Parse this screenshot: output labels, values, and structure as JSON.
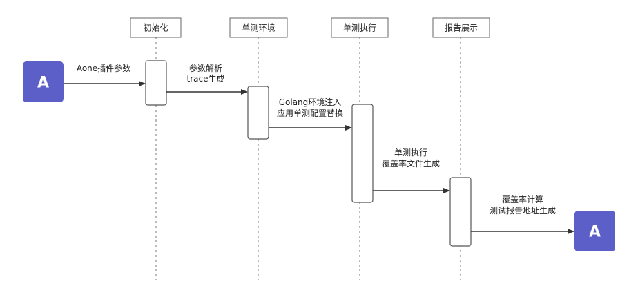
{
  "participants": [
    {
      "id": "init",
      "label": "初始化"
    },
    {
      "id": "env",
      "label": "单测环境"
    },
    {
      "id": "exec",
      "label": "单测执行"
    },
    {
      "id": "report",
      "label": "报告展示"
    }
  ],
  "actors": [
    {
      "id": "actor-start",
      "letter": "A",
      "color": "#5b5fc7"
    },
    {
      "id": "actor-end",
      "letter": "A",
      "color": "#5b5fc7"
    }
  ],
  "messages": [
    {
      "id": "msg-1",
      "lines": [
        "Aone插件参数"
      ]
    },
    {
      "id": "msg-2",
      "lines": [
        "参数解析",
        "trace生成"
      ]
    },
    {
      "id": "msg-3",
      "lines": [
        "Golang环境注入",
        "应用单测配置替换"
      ]
    },
    {
      "id": "msg-4",
      "lines": [
        "单测执行",
        "覆盖率文件生成"
      ]
    },
    {
      "id": "msg-5",
      "lines": [
        "覆盖率计算",
        "测试报告地址生成"
      ]
    }
  ],
  "colors": {
    "actor": "#5b5fc7",
    "line": "#333333",
    "box_border": "#555555"
  }
}
